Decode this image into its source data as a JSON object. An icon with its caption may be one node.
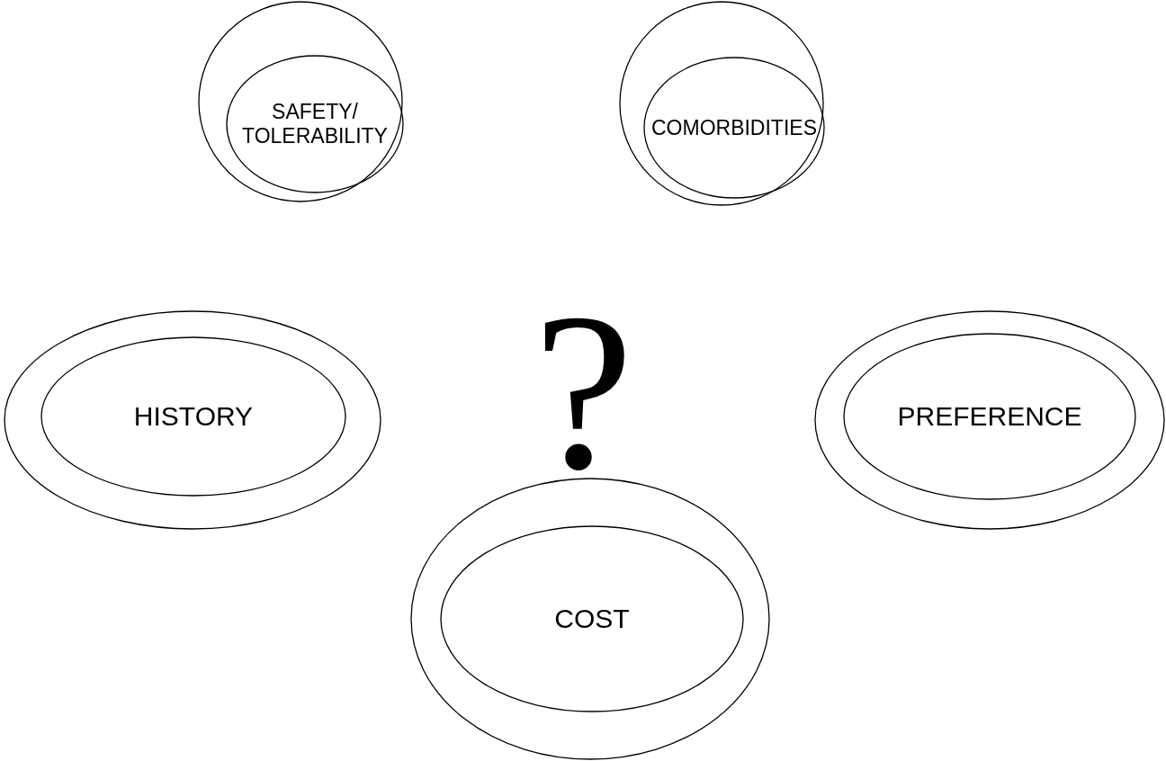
{
  "diagram": {
    "nodes": [
      {
        "text": [
          "SAFETY/ TOLERABILITY"
        ]
      },
      {
        "text": [
          "COMORBIDITIES"
        ]
      },
      {
        "text": [
          "HISTORY"
        ]
      },
      {
        "text": [
          "PREFERENCE"
        ]
      },
      {
        "text": [
          "COST"
        ]
      }
    ],
    "labels": [
      "?"
    ]
  }
}
